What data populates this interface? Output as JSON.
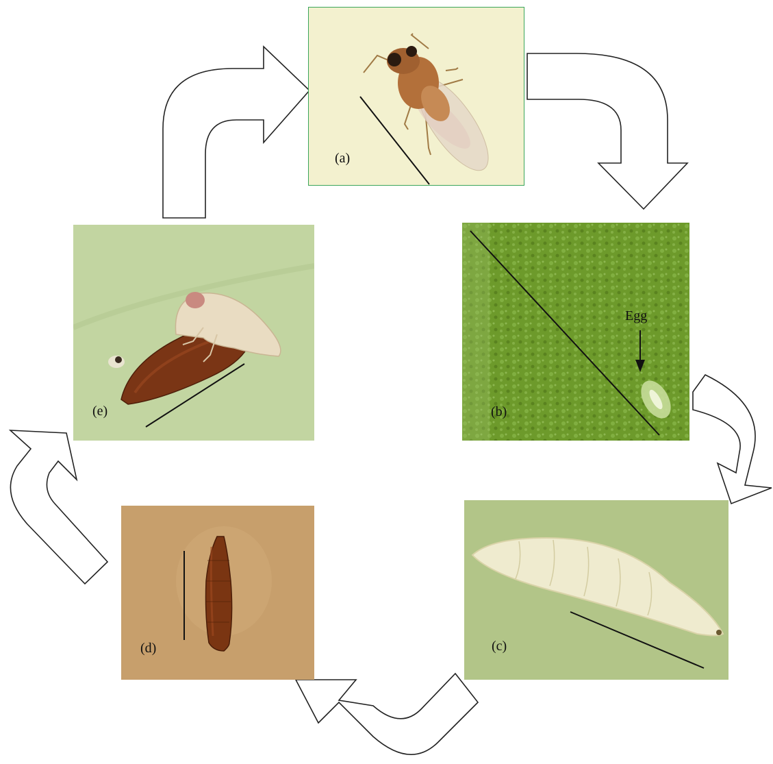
{
  "diagram": {
    "stages": [
      {
        "id": "a",
        "label": "(a)",
        "image": "adult fly with scale bar",
        "bg": "#f3f1cf",
        "border": "#3aa55a"
      },
      {
        "id": "b",
        "label": "(b)",
        "image": "egg on green leaf surface with scale bar",
        "bg": "#6f9a2c",
        "callout": "Egg"
      },
      {
        "id": "c",
        "label": "(c)",
        "image": "larva on leaf with scale bar",
        "bg": "#b7c98c"
      },
      {
        "id": "d",
        "label": "(d)",
        "image": "puparium with scale bar",
        "bg": "#c59e6b"
      },
      {
        "id": "e",
        "label": "(e)",
        "image": "emerging adult from puparium with scale bar",
        "bg": "#c4d6a3"
      }
    ],
    "cycle_order": [
      "a",
      "b",
      "c",
      "d",
      "e",
      "a"
    ],
    "arrow_style": {
      "fill": "#ffffff",
      "stroke": "#222222"
    }
  }
}
